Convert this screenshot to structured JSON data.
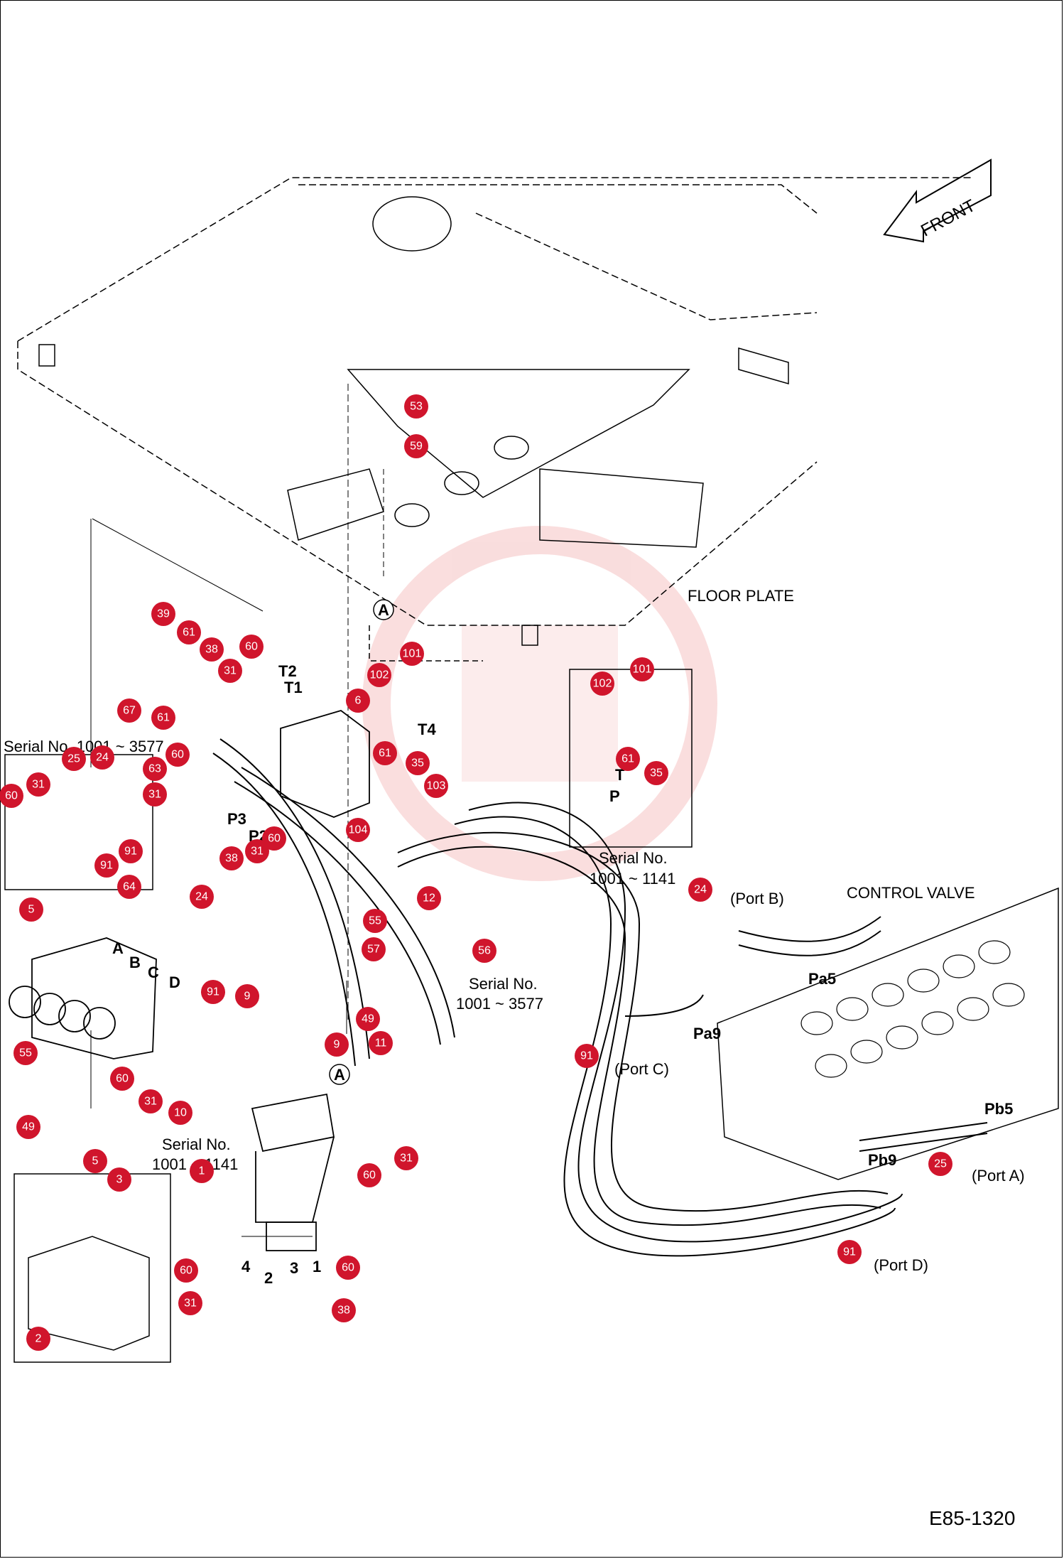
{
  "labels": {
    "floor_plate": "FLOOR PLATE",
    "control_valve": "CONTROL VALVE",
    "front": "FRONT",
    "drawing_code": "E85-1320",
    "serial_1": "Serial No.",
    "serial_1_range": "1001 ~ 1141",
    "serial_2": "Serial No.",
    "serial_2_range": "1001 ~ 3577",
    "serial_3": "Serial No.",
    "serial_3_range": "1001 ~ 1141",
    "serial_4": "Serial No. 1001 ~ 3577",
    "port_a": "(Port A)",
    "port_b": "(Port B)",
    "port_c": "(Port C)",
    "port_d": "(Port D)",
    "pa5": "Pa5",
    "pa9": "Pa9",
    "pb5": "Pb5",
    "pb9": "Pb9",
    "marker_a": "A",
    "marker_a2": "A",
    "t": "T",
    "p": "P",
    "t1": "T1",
    "t2": "T2",
    "t4": "T4",
    "p2": "P2",
    "p3": "P3",
    "ltr_a": "A",
    "ltr_b": "B",
    "ltr_c": "C",
    "ltr_d": "D",
    "n1": "1",
    "n2": "2",
    "n3": "3",
    "n4": "4"
  },
  "callouts": [
    {
      "id": "c53",
      "num": "53"
    },
    {
      "id": "c59",
      "num": "59"
    },
    {
      "id": "c39",
      "num": "39"
    },
    {
      "id": "c61a",
      "num": "61"
    },
    {
      "id": "c38a",
      "num": "38"
    },
    {
      "id": "c60a",
      "num": "60"
    },
    {
      "id": "c31a",
      "num": "31"
    },
    {
      "id": "c67",
      "num": "67"
    },
    {
      "id": "c61b",
      "num": "61"
    },
    {
      "id": "c60b",
      "num": "60"
    },
    {
      "id": "c25a",
      "num": "25"
    },
    {
      "id": "c24a",
      "num": "24"
    },
    {
      "id": "c31b",
      "num": "31"
    },
    {
      "id": "c60c",
      "num": "60"
    },
    {
      "id": "c31c",
      "num": "31"
    },
    {
      "id": "c63",
      "num": "63"
    },
    {
      "id": "c91a",
      "num": "91"
    },
    {
      "id": "c91b",
      "num": "91"
    },
    {
      "id": "c64",
      "num": "64"
    },
    {
      "id": "c60d",
      "num": "60"
    },
    {
      "id": "c31d",
      "num": "31"
    },
    {
      "id": "c38b",
      "num": "38"
    },
    {
      "id": "c24b",
      "num": "24"
    },
    {
      "id": "c6",
      "num": "6"
    },
    {
      "id": "c102a",
      "num": "102"
    },
    {
      "id": "c101a",
      "num": "101"
    },
    {
      "id": "c61c",
      "num": "61"
    },
    {
      "id": "c35a",
      "num": "35"
    },
    {
      "id": "c103",
      "num": "103"
    },
    {
      "id": "c104",
      "num": "104"
    },
    {
      "id": "c102b",
      "num": "102"
    },
    {
      "id": "c101b",
      "num": "101"
    },
    {
      "id": "c61d",
      "num": "61"
    },
    {
      "id": "c35b",
      "num": "35"
    },
    {
      "id": "c12",
      "num": "12"
    },
    {
      "id": "c55a",
      "num": "55"
    },
    {
      "id": "c57",
      "num": "57"
    },
    {
      "id": "c56",
      "num": "56"
    },
    {
      "id": "c24c",
      "num": "24"
    },
    {
      "id": "c5a",
      "num": "5"
    },
    {
      "id": "c91c",
      "num": "91"
    },
    {
      "id": "c9a",
      "num": "9"
    },
    {
      "id": "c49a",
      "num": "49"
    },
    {
      "id": "c11",
      "num": "11"
    },
    {
      "id": "c9b",
      "num": "9"
    },
    {
      "id": "c91d",
      "num": "91"
    },
    {
      "id": "c55b",
      "num": "55"
    },
    {
      "id": "c60e",
      "num": "60"
    },
    {
      "id": "c31e",
      "num": "31"
    },
    {
      "id": "c10",
      "num": "10"
    },
    {
      "id": "c49b",
      "num": "49"
    },
    {
      "id": "c1",
      "num": "1"
    },
    {
      "id": "c31f",
      "num": "31"
    },
    {
      "id": "c60f",
      "num": "60"
    },
    {
      "id": "c5b",
      "num": "5"
    },
    {
      "id": "c3",
      "num": "3"
    },
    {
      "id": "c25b",
      "num": "25"
    },
    {
      "id": "c91e",
      "num": "91"
    },
    {
      "id": "c60g",
      "num": "60"
    },
    {
      "id": "c31g",
      "num": "31"
    },
    {
      "id": "c60h",
      "num": "60"
    },
    {
      "id": "c38c",
      "num": "38"
    },
    {
      "id": "c2",
      "num": "2"
    }
  ],
  "colors": {
    "callout": "#d0152c",
    "line": "#000000",
    "watermark": "#f4c4c4"
  }
}
